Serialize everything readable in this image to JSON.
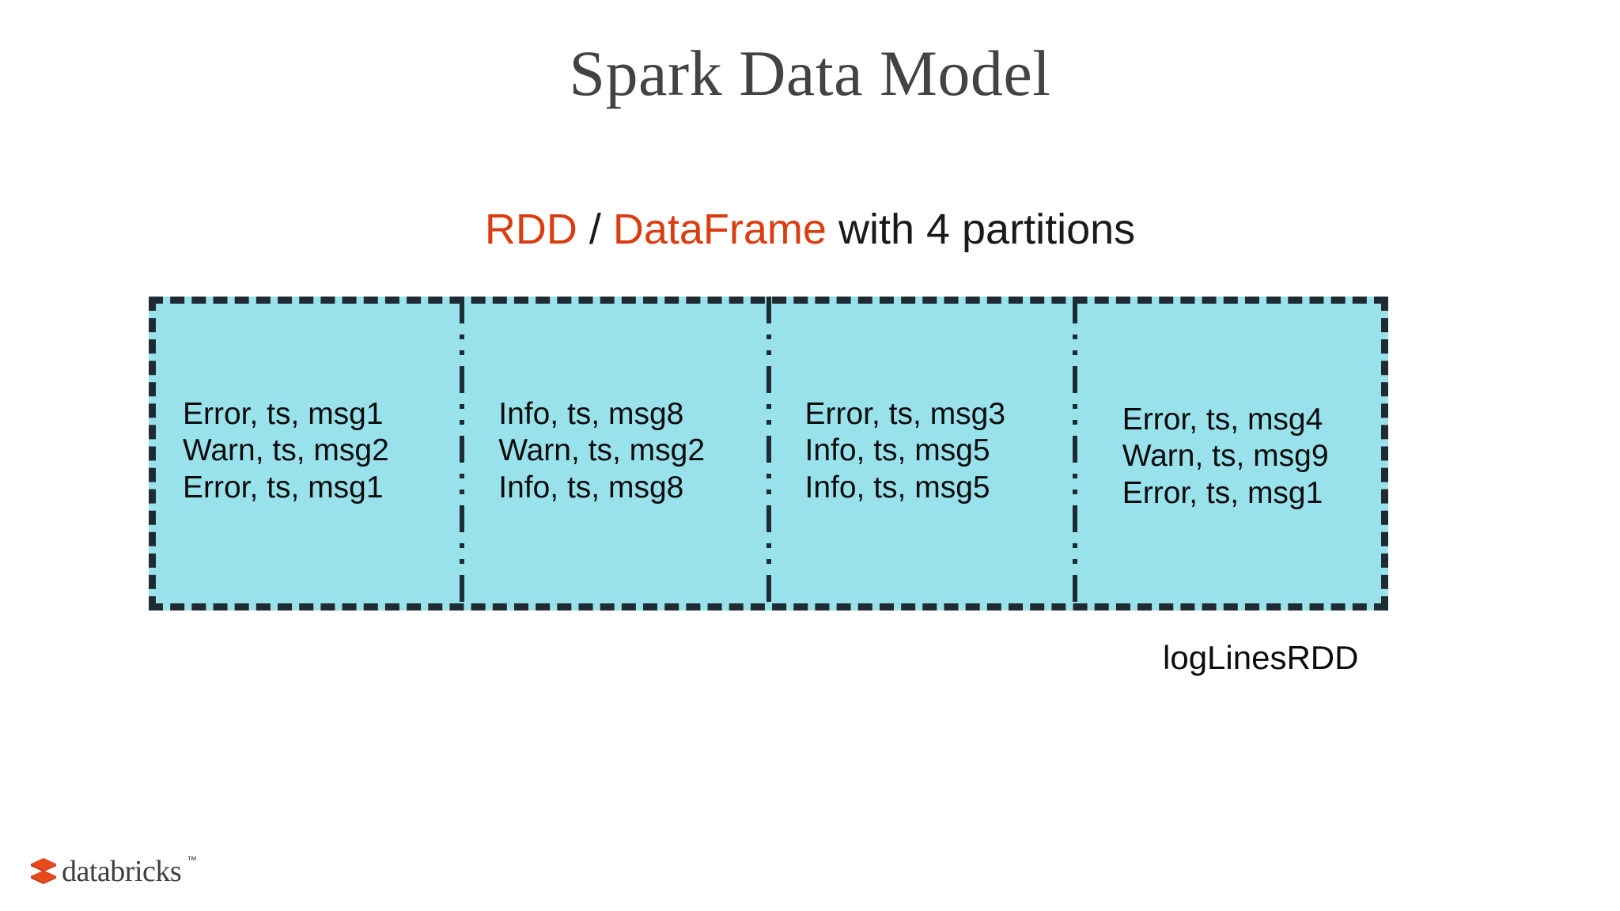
{
  "slide": {
    "title": "Spark Data Model",
    "subtitle": {
      "term_1": "RDD",
      "separator": " / ",
      "term_2": "DataFrame",
      "suffix": " with 4 partitions"
    },
    "accent_color": "#d93e11",
    "title_color": "#434343"
  },
  "diagram": {
    "name": "logLinesRDD",
    "caption": "logLinesRDD",
    "partition_count": 4,
    "fill_color": "#99e2ec",
    "border_color": "#1f2b33",
    "partitions": [
      {
        "index": 1,
        "lines": [
          "Error, ts, msg1",
          "Warn, ts, msg2",
          "Error, ts, msg1"
        ]
      },
      {
        "index": 2,
        "lines": [
          "Info, ts, msg8",
          "Warn, ts, msg2",
          "Info, ts, msg8"
        ]
      },
      {
        "index": 3,
        "lines": [
          "Error, ts, msg3",
          "Info, ts, msg5",
          "Info, ts, msg5"
        ]
      },
      {
        "index": 4,
        "lines": [
          "Error, ts, msg4",
          "Warn, ts, msg9",
          "Error, ts, msg1"
        ]
      }
    ]
  },
  "branding": {
    "wordmark": "databricks",
    "trademark": "™",
    "logo_color": "#e8481c",
    "wordmark_color": "#3f3f3f"
  }
}
